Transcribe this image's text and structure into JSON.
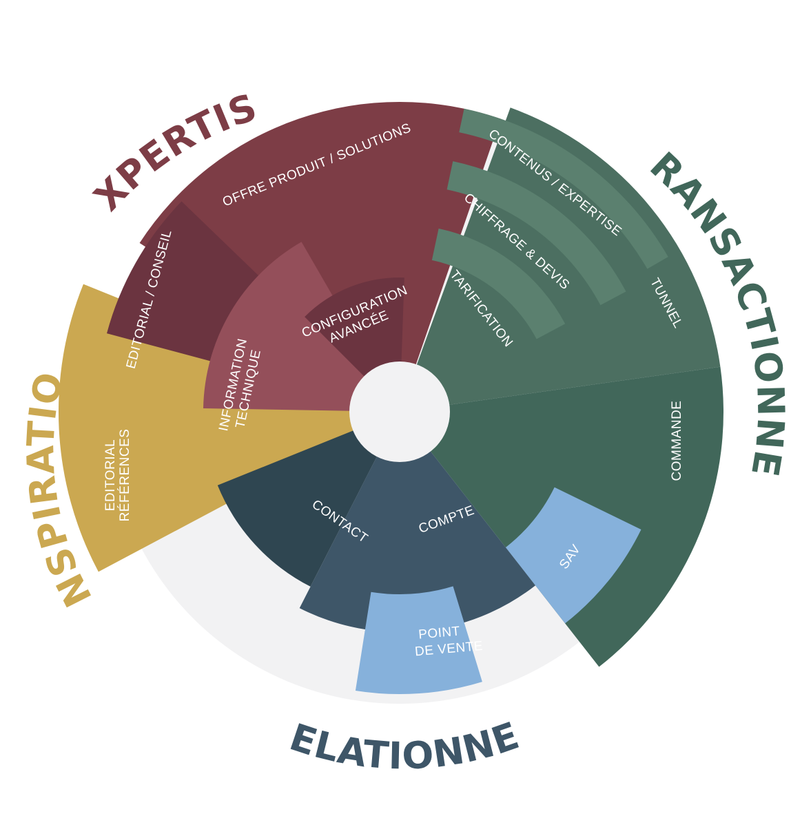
{
  "colors": {
    "background_ring": "#f2f2f3",
    "center_hole": "#f2f2f3",
    "expertise_dark": "#6b3440",
    "expertise": "#7d3d46",
    "expertise_light": "#944f5a",
    "inspiration": "#cba851",
    "transactionnel_dark": "#41675a",
    "transactionnel_mid": "#4c6f61",
    "transactionnel_light": "#5b806f",
    "relationnel_dark": "#2f4651",
    "relationnel": "#3e5668",
    "relationnel_light": "#86b1db",
    "label_expertise": "#7d3d46",
    "label_transactionnel": "#41675a",
    "label_inspiration": "#cba851",
    "label_relationnel": "#3e5668"
  },
  "categories": {
    "expertise": "EXPERTISE",
    "transactionnel": "TRANSACTIONNEL",
    "inspiration": "INSPIRATION",
    "relationnel": "RELATIONNEL"
  },
  "segments": {
    "offre_produit": "OFFRE PRODUIT / SOLUTIONS",
    "editorial_conseil": "EDITORIAL / CONSEIL",
    "information_technique": [
      "INFORMATION",
      "TECHNIQUE"
    ],
    "configuration_avancee": [
      "CONFIGURATION",
      "AVANCÉE"
    ],
    "editorial_references": [
      "EDITORIAL",
      "RÉFÉRENCES"
    ],
    "contenus_expertise": "CONTENUS / EXPERTISE",
    "chiffrage_devis": "CHIFFRAGE & DEVIS",
    "tarification": "TARIFICATION",
    "tunnel": "TUNNEL",
    "commande": "COMMANDE",
    "sav": "SAV",
    "point_de_vente": [
      "POINT",
      "DE VENTE"
    ],
    "compte": "COMPTE",
    "contact": "CONTACT"
  }
}
